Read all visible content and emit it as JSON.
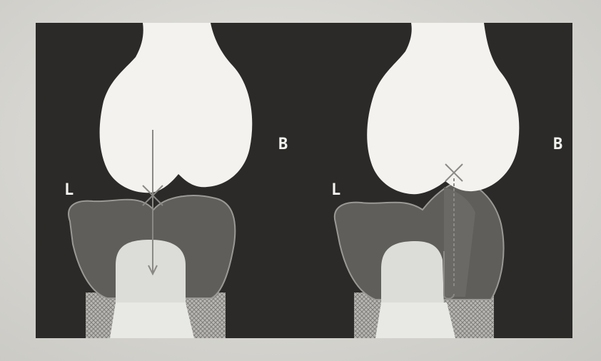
{
  "panels": [
    {
      "b_label": "B",
      "l_label": "L"
    },
    {
      "b_label": "B",
      "l_label": "L"
    }
  ],
  "colors": {
    "background": "#2b2a28",
    "upper_tooth": "#f3f2ef",
    "lower_cusp": "#5f5e5b",
    "restoration": "#dcdcd8",
    "base_pattern": "#8f8e8a",
    "force_line": "#8a8986"
  }
}
